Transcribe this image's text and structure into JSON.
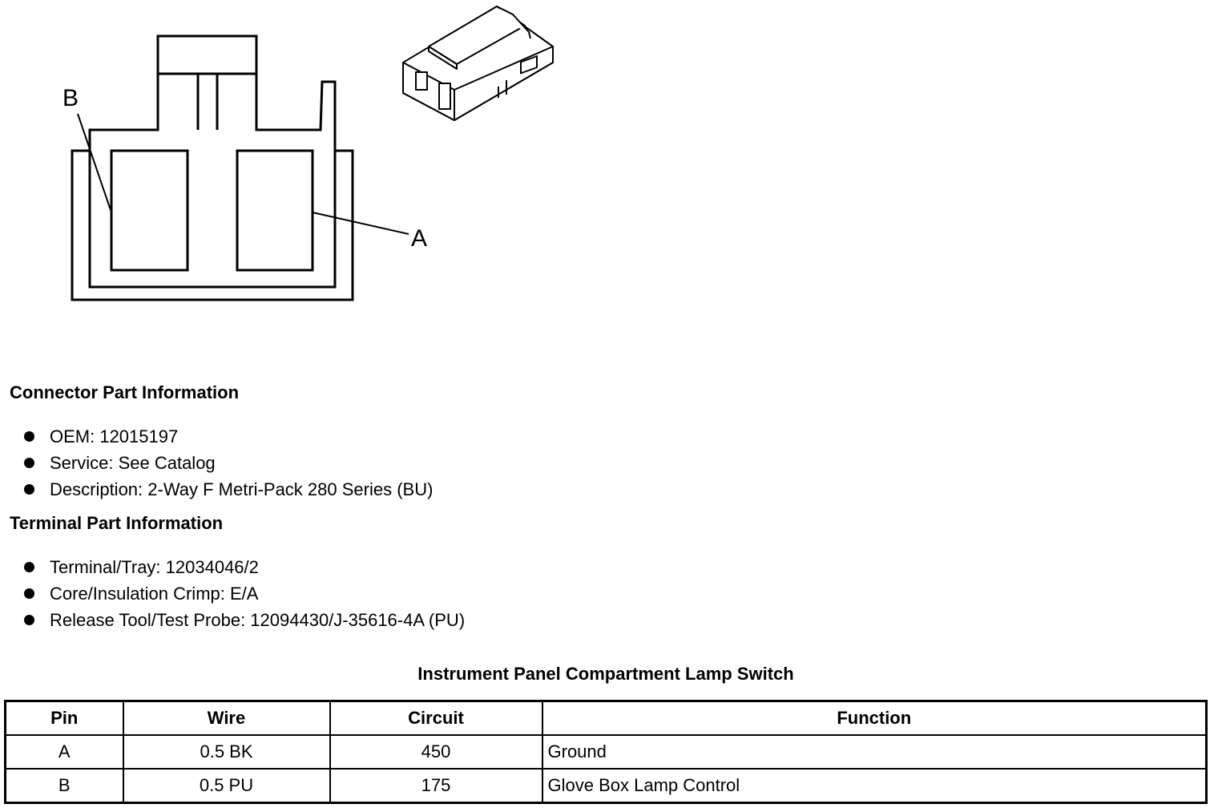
{
  "diagram": {
    "callouts": {
      "a": "A",
      "b": "B"
    }
  },
  "connector_info": {
    "heading": "Connector Part Information",
    "items": [
      "OEM: 12015197",
      "Service: See Catalog",
      "Description: 2-Way F Metri-Pack 280 Series (BU)"
    ]
  },
  "terminal_info": {
    "heading": "Terminal Part Information",
    "items": [
      "Terminal/Tray: 12034046/2",
      "Core/Insulation Crimp: E/A",
      "Release Tool/Test Probe: 12094430/J-35616-4A (PU)"
    ]
  },
  "pin_table": {
    "title": "Instrument Panel Compartment Lamp Switch",
    "headers": [
      "Pin",
      "Wire",
      "Circuit",
      "Function"
    ],
    "rows": [
      [
        "A",
        "0.5 BK",
        "450",
        "Ground"
      ],
      [
        "B",
        "0.5 PU",
        "175",
        "Glove Box Lamp Control"
      ]
    ]
  }
}
